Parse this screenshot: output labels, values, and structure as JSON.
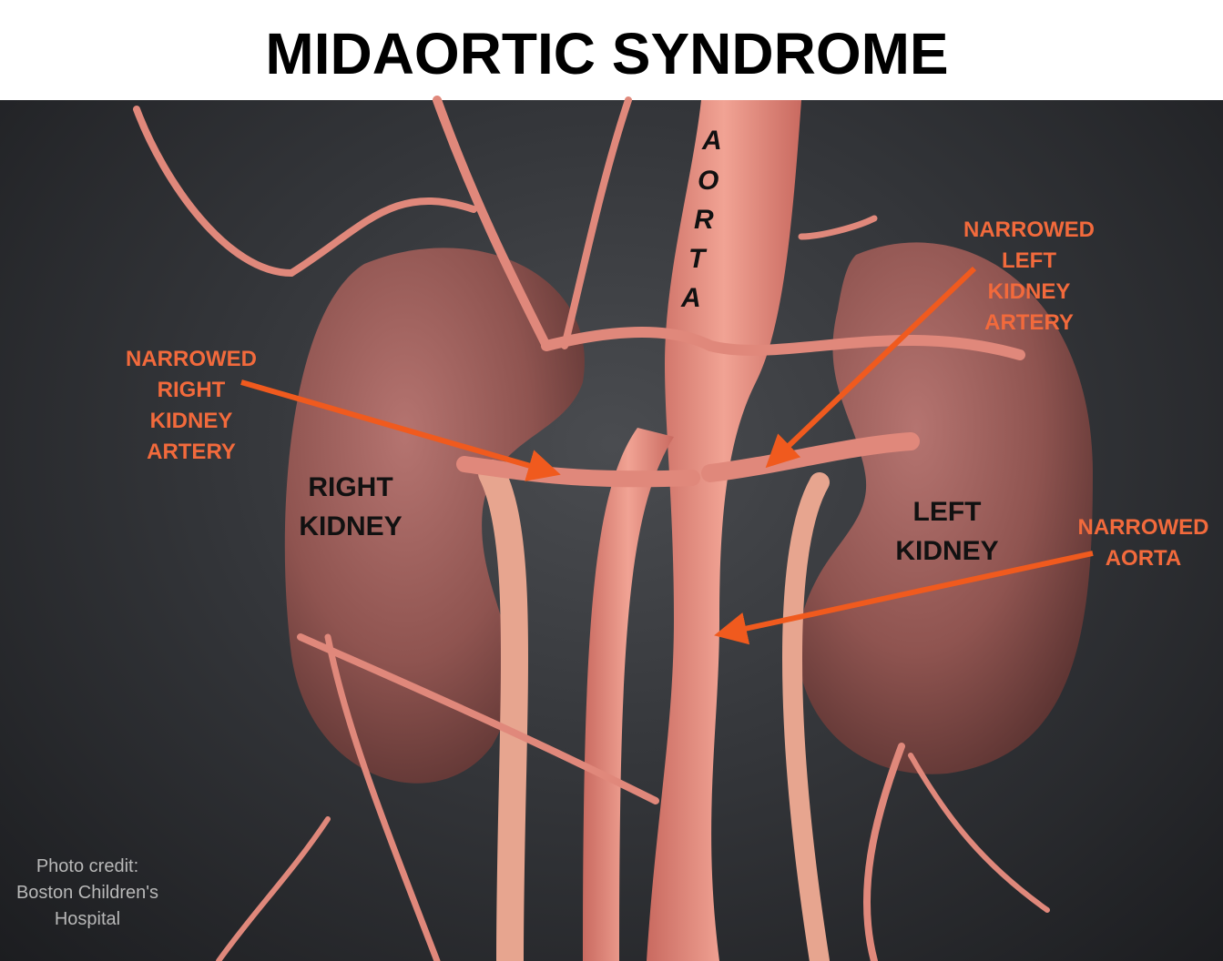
{
  "title": "MIDAORTIC SYNDROME",
  "labels": {
    "aorta_letters": [
      "A",
      "O",
      "R",
      "T",
      "A"
    ],
    "narrowed_right_kidney_artery": [
      "NARROWED",
      "RIGHT",
      "KIDNEY",
      "ARTERY"
    ],
    "narrowed_left_kidney_artery": [
      "NARROWED",
      "LEFT",
      "KIDNEY",
      "ARTERY"
    ],
    "narrowed_aorta": [
      "NARROWED",
      "AORTA"
    ],
    "right_kidney": [
      "RIGHT",
      "KIDNEY"
    ],
    "left_kidney": [
      "LEFT",
      "KIDNEY"
    ]
  },
  "credit": [
    "Photo credit:",
    "Boston Children's",
    "Hospital"
  ],
  "colors": {
    "annotation": "#f26a3c",
    "arrow": "#f05a1e",
    "vessel": "#e8877a",
    "kidney": "#9a5a55"
  }
}
